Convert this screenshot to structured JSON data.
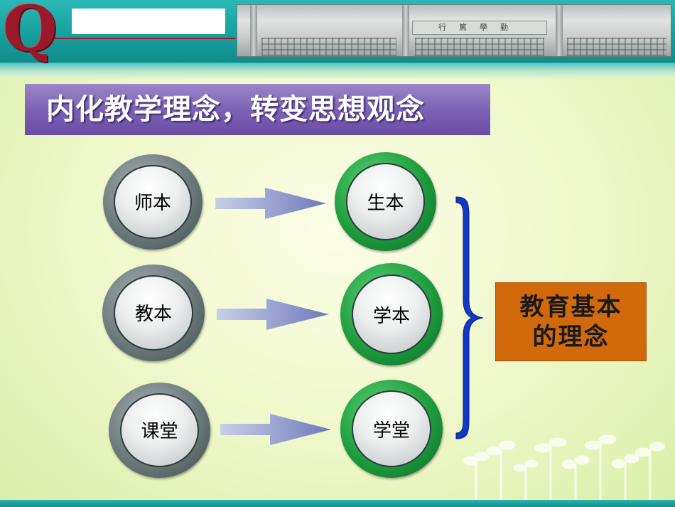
{
  "header": {
    "logo_letter": "Q",
    "photo_plaque": "行篤學勤"
  },
  "title": "内化教学理念，转变思想观念",
  "rows": [
    {
      "from": "师本",
      "to": "生本"
    },
    {
      "from": "教本",
      "to": "学本"
    },
    {
      "from": "课堂",
      "to": "学堂"
    }
  ],
  "conclusion": {
    "line1": "教育基本",
    "line2": "的理念"
  },
  "colors": {
    "header_teal": "#159e9c",
    "title_purple": "#7a5fb4",
    "arrow_blue": "#7d86c4",
    "brace_blue": "#1238c8",
    "concept_orange": "#d2690a",
    "gray_ring": "#6d7a7c",
    "green_ring": "#1e9c3e"
  },
  "icons": {
    "logo": "q-letter-logo",
    "arrow": "right-arrow-icon",
    "brace": "curly-brace-icon",
    "decor": "sprout-decoration"
  }
}
